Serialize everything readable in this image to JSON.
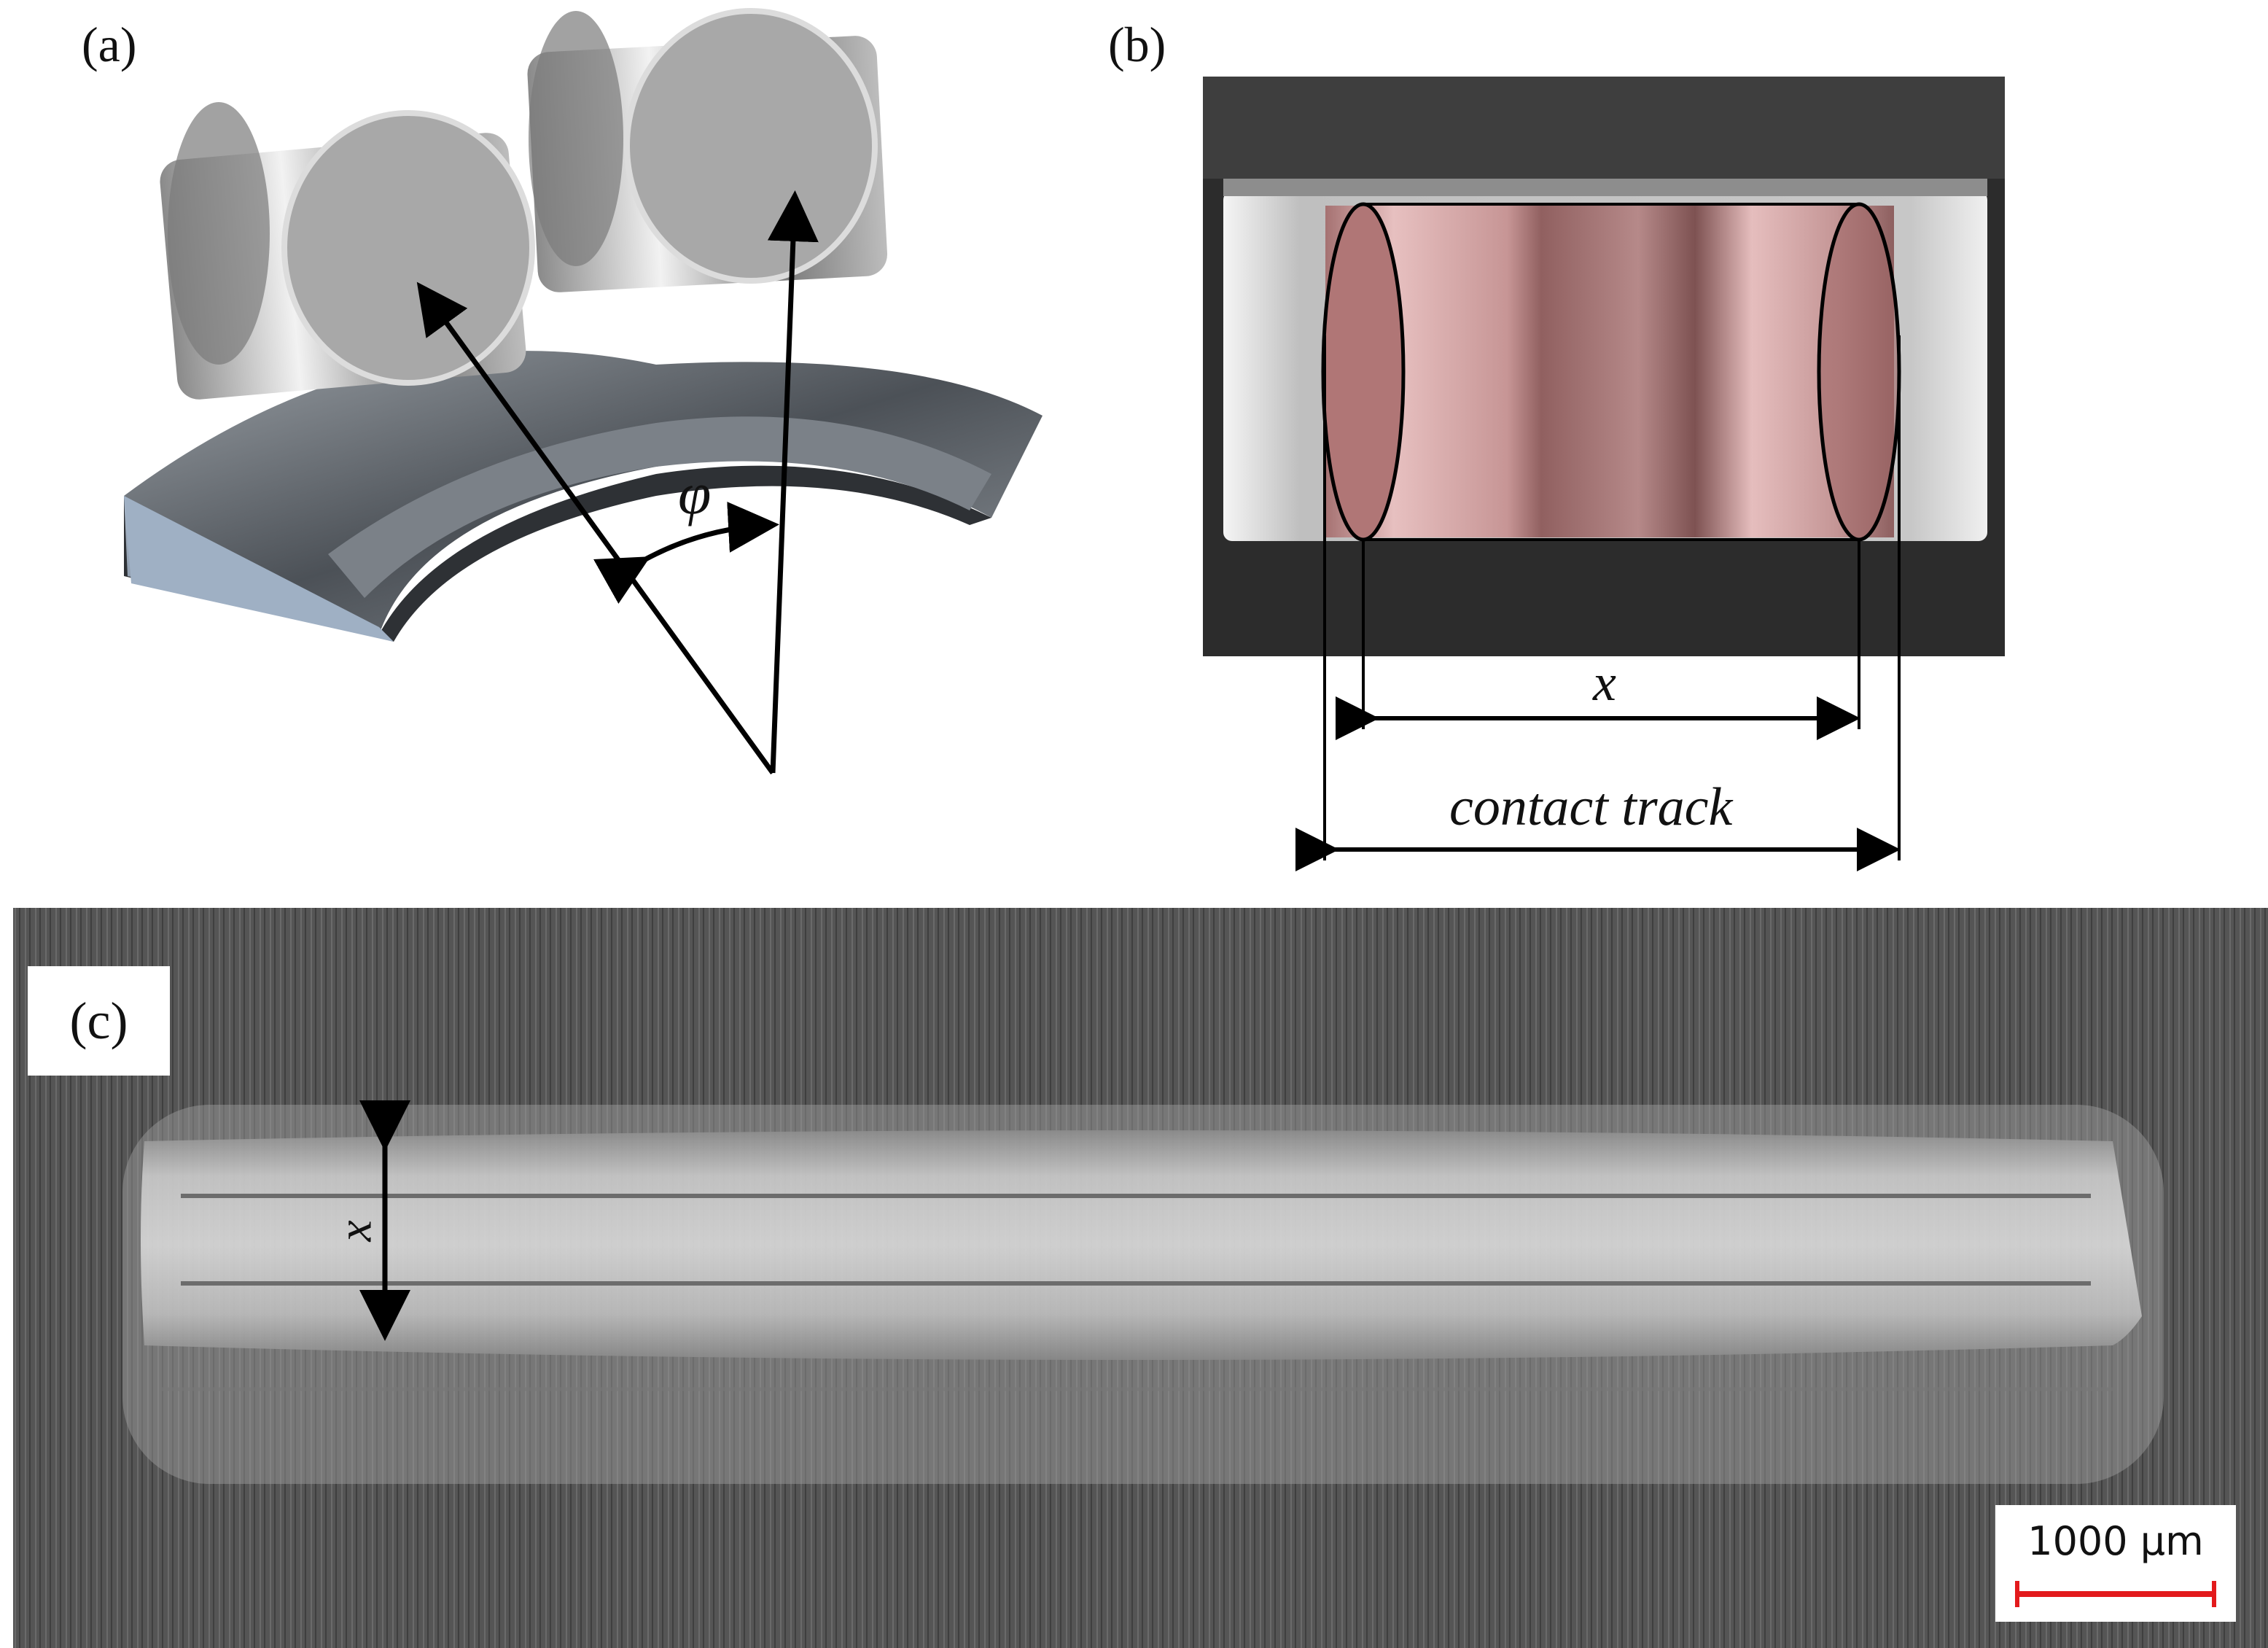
{
  "panels": {
    "a": {
      "label": "(a)",
      "angle_symbol": "φ"
    },
    "b": {
      "label": "(b)",
      "x_label": "x",
      "track_label": "contact track"
    },
    "c": {
      "label": "(c)",
      "x_label": "x",
      "scale_text": "1000 µm",
      "scale_color": "#e31a1c"
    }
  },
  "colors": {
    "steel_dark": "#3a3a3a",
    "steel_light": "#cfcfcf",
    "contact_pink": "#c88f8f",
    "micrograph_bg": "#555555"
  }
}
